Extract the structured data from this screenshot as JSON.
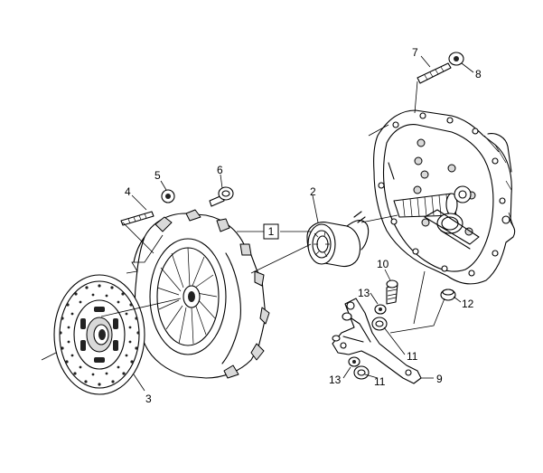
{
  "callouts": [
    {
      "id": "1",
      "boxed": true
    },
    {
      "id": "2"
    },
    {
      "id": "3"
    },
    {
      "id": "4"
    },
    {
      "id": "5"
    },
    {
      "id": "6"
    },
    {
      "id": "7"
    },
    {
      "id": "8"
    },
    {
      "id": "9"
    },
    {
      "id": "10"
    },
    {
      "id": "11"
    },
    {
      "id": "11b",
      "text": "11"
    },
    {
      "id": "12"
    },
    {
      "id": "13"
    },
    {
      "id": "13b",
      "text": "13"
    }
  ],
  "labels": {
    "c1": "1",
    "c2": "2",
    "c3": "3",
    "c4": "4",
    "c5": "5",
    "c6": "6",
    "c7": "7",
    "c8": "8",
    "c9": "9",
    "c10": "10",
    "c11": "11",
    "c11b": "11",
    "c12": "12",
    "c13": "13",
    "c13b": "13"
  }
}
